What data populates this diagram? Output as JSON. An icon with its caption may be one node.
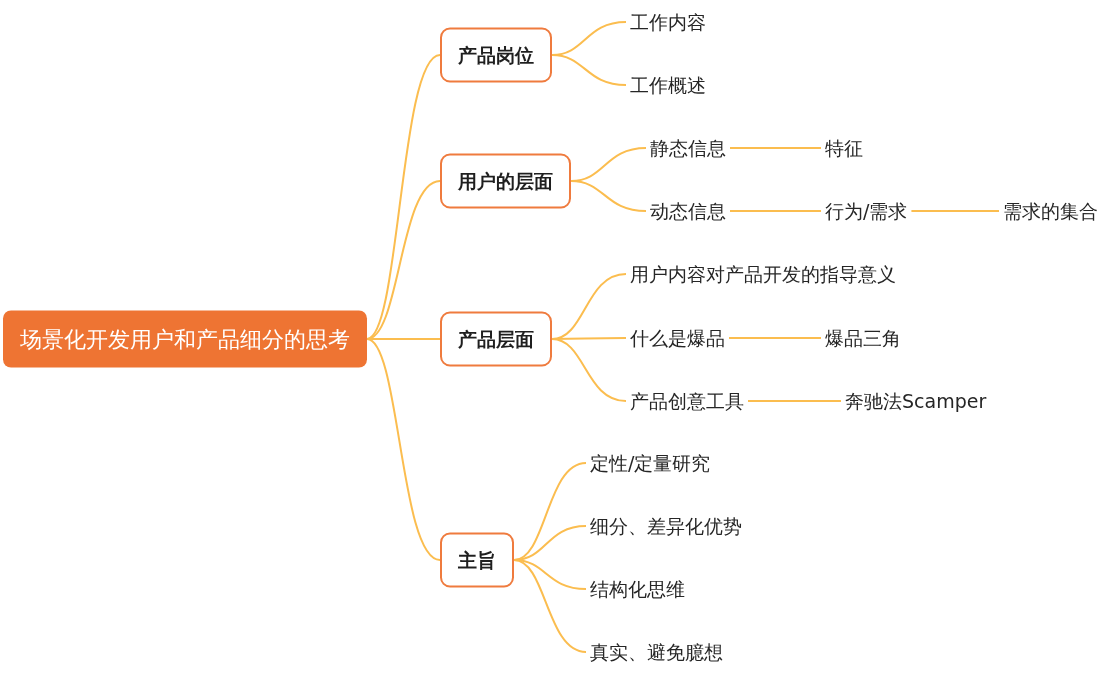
{
  "diagram": {
    "nodes": [
      {
        "text": [
          "场景化开发用户和产品细分的思考"
        ]
      },
      {
        "text": [
          "产品岗位"
        ]
      },
      {
        "text": [
          "工作内容"
        ]
      },
      {
        "text": [
          "工作概述"
        ]
      },
      {
        "text": [
          "用户的层面"
        ]
      },
      {
        "text": [
          "静态信息"
        ]
      },
      {
        "text": [
          "特征"
        ]
      },
      {
        "text": [
          "动态信息"
        ]
      },
      {
        "text": [
          "行为/需求"
        ]
      },
      {
        "text": [
          "需求的集合"
        ]
      },
      {
        "text": [
          "产品层面"
        ]
      },
      {
        "text": [
          "用户内容对产品开发的指导意义"
        ]
      },
      {
        "text": [
          "什么是爆品"
        ]
      },
      {
        "text": [
          "爆品三角"
        ]
      },
      {
        "text": [
          "产品创意工具"
        ]
      },
      {
        "text": [
          "奔驰法Scamper"
        ]
      },
      {
        "text": [
          "主旨"
        ]
      },
      {
        "text": [
          "定性/定量研究"
        ]
      },
      {
        "text": [
          "细分、差异化优势"
        ]
      },
      {
        "text": [
          "结构化思维"
        ]
      },
      {
        "text": [
          "真实、避免臆想"
        ]
      }
    ],
    "edges": [
      {
        "from": 0,
        "to": 1,
        "arrow": "none"
      },
      {
        "from": 0,
        "to": 4,
        "arrow": "none"
      },
      {
        "from": 0,
        "to": 10,
        "arrow": "none"
      },
      {
        "from": 0,
        "to": 16,
        "arrow": "none"
      },
      {
        "from": 1,
        "to": 2,
        "arrow": "none"
      },
      {
        "from": 1,
        "to": 3,
        "arrow": "none"
      },
      {
        "from": 4,
        "to": 5,
        "arrow": "none"
      },
      {
        "from": 4,
        "to": 7,
        "arrow": "none"
      },
      {
        "from": 5,
        "to": 6,
        "arrow": "none"
      },
      {
        "from": 7,
        "to": 8,
        "arrow": "none"
      },
      {
        "from": 8,
        "to": 9,
        "arrow": "none"
      },
      {
        "from": 10,
        "to": 11,
        "arrow": "none"
      },
      {
        "from": 10,
        "to": 12,
        "arrow": "none"
      },
      {
        "from": 10,
        "to": 14,
        "arrow": "none"
      },
      {
        "from": 12,
        "to": 13,
        "arrow": "none"
      },
      {
        "from": 14,
        "to": 15,
        "arrow": "none"
      },
      {
        "from": 16,
        "to": 17,
        "arrow": "none"
      },
      {
        "from": 16,
        "to": 18,
        "arrow": "none"
      },
      {
        "from": 16,
        "to": 19,
        "arrow": "none"
      },
      {
        "from": 16,
        "to": 20,
        "arrow": "none"
      }
    ]
  }
}
